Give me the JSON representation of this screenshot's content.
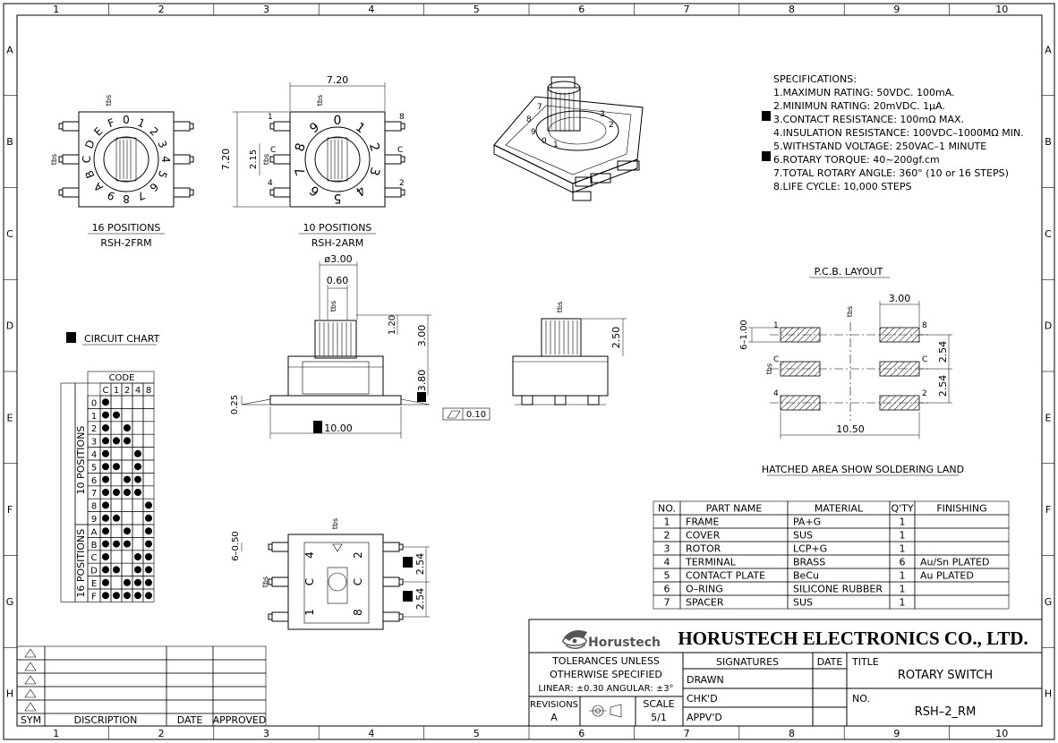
{
  "grid": {
    "columns": [
      "1",
      "2",
      "3",
      "4",
      "5",
      "6",
      "7",
      "8",
      "9",
      "10"
    ],
    "rows": [
      "A",
      "B",
      "C",
      "D",
      "E",
      "F",
      "G",
      "H"
    ]
  },
  "specifications": {
    "heading": "SPECIFICATIONS:",
    "lines": [
      "1.MAXIMUN RATING: 50VDC. 100mA.",
      "2.MINIMUN RATING: 20mVDC. 1μA.",
      "3.CONTACT RESISTANCE: 100mΩ MAX.",
      "4.INSULATION RESISTANCE: 100VDC–1000MΩ MIN.",
      "5.WITHSTAND VOLTAGE: 250VAC–1 MINUTE",
      "6.ROTARY TORQUE: 40~200gf.cm",
      "7.TOTAL ROTARY ANGLE: 360° (10 or 16 STEPS)",
      "8.LIFE CYCLE: 10,000 STEPS"
    ]
  },
  "views": {
    "rsh2frm": {
      "positions": "16 POSITIONS",
      "model": "RSH-2FRM",
      "digits": [
        "0",
        "1",
        "2",
        "3",
        "4",
        "5",
        "6",
        "7",
        "8",
        "9",
        "A",
        "B",
        "C",
        "D",
        "E",
        "F"
      ],
      "ref": "tbs"
    },
    "rsh2arm": {
      "positions": "10 POSITIONS",
      "model": "RSH-2ARM",
      "digits": [
        "0",
        "1",
        "2",
        "3",
        "4",
        "5",
        "6",
        "7",
        "8",
        "9"
      ],
      "ref": "tbs",
      "width": "7.20",
      "height": "7.20",
      "pitch": "2.15",
      "pin1": "1",
      "pin8": "8",
      "pin4": "4",
      "pin2": "2",
      "pinC": "C"
    },
    "side": {
      "shaft_dia": "ø3.00",
      "flat": "0.60",
      "knurl": "1.20",
      "shaft_h": "3.00",
      "body_h": "3.80",
      "lead_t": "0.25",
      "body_w": "10.00",
      "flatness": "0.10",
      "ref": "tbs"
    },
    "side2": {
      "height": "2.50",
      "ref": "tbs"
    },
    "bottom": {
      "lead": "6–0.50",
      "pitch1": "2.54",
      "pitch2": "2.54",
      "ref": "tbs",
      "labels": [
        "4",
        "2",
        "1",
        "C",
        "C",
        "8"
      ]
    }
  },
  "pcb_layout": {
    "title": "P.C.B. LAYOUT",
    "pad": "6–1.00",
    "spacing": "3.00",
    "width": "10.50",
    "pitch1": "2.54",
    "pitch2": "2.54",
    "pins": [
      "1",
      "8",
      "C",
      "C",
      "4",
      "2"
    ],
    "ref": "tbs",
    "note": "HATCHED AREA SHOW SOLDERING LAND"
  },
  "circuit_chart": {
    "title": "CIRCUIT CHART",
    "code_label": "CODE",
    "code_cols": [
      "C",
      "1",
      "2",
      "4",
      "8"
    ],
    "group10": "10 POSITIONS",
    "group16": "16 POSITIONS",
    "rows": [
      {
        "label": "0",
        "on": [
          1,
          0,
          0,
          0,
          0
        ]
      },
      {
        "label": "1",
        "on": [
          1,
          1,
          0,
          0,
          0
        ]
      },
      {
        "label": "2",
        "on": [
          1,
          0,
          1,
          0,
          0
        ]
      },
      {
        "label": "3",
        "on": [
          1,
          1,
          1,
          0,
          0
        ]
      },
      {
        "label": "4",
        "on": [
          1,
          0,
          0,
          1,
          0
        ]
      },
      {
        "label": "5",
        "on": [
          1,
          1,
          0,
          1,
          0
        ]
      },
      {
        "label": "6",
        "on": [
          1,
          0,
          1,
          1,
          0
        ]
      },
      {
        "label": "7",
        "on": [
          1,
          1,
          1,
          1,
          0
        ]
      },
      {
        "label": "8",
        "on": [
          1,
          0,
          0,
          0,
          1
        ]
      },
      {
        "label": "9",
        "on": [
          1,
          1,
          0,
          0,
          1
        ]
      },
      {
        "label": "A",
        "on": [
          1,
          0,
          1,
          0,
          1
        ]
      },
      {
        "label": "B",
        "on": [
          1,
          1,
          1,
          0,
          1
        ]
      },
      {
        "label": "C",
        "on": [
          1,
          0,
          0,
          1,
          1
        ]
      },
      {
        "label": "D",
        "on": [
          1,
          1,
          0,
          1,
          1
        ]
      },
      {
        "label": "E",
        "on": [
          1,
          0,
          1,
          1,
          1
        ]
      },
      {
        "label": "F",
        "on": [
          1,
          1,
          1,
          1,
          1
        ]
      }
    ]
  },
  "parts_table": {
    "headers": [
      "NO.",
      "PART NAME",
      "MATERIAL",
      "Q'TY",
      "FINISHING"
    ],
    "rows": [
      [
        "1",
        "FRAME",
        "PA+G",
        "1",
        ""
      ],
      [
        "2",
        "COVER",
        "SUS",
        "1",
        ""
      ],
      [
        "3",
        "ROTOR",
        "LCP+G",
        "1",
        ""
      ],
      [
        "4",
        "TERMINAL",
        "BRASS",
        "6",
        "Au/Sn PLATED"
      ],
      [
        "5",
        "CONTACT PLATE",
        "BeCu",
        "1",
        "Au PLATED"
      ],
      [
        "6",
        "O–RING",
        "SILICONE RUBBER",
        "1",
        ""
      ],
      [
        "7",
        "SPACER",
        "SUS",
        "1",
        ""
      ]
    ]
  },
  "title_block": {
    "logo": "Horustech",
    "company": "HORUSTECH ELECTRONICS CO., LTD.",
    "tolerance_1": "TOLERANCES UNLESS",
    "tolerance_2": "OTHERWISE SPECIFIED",
    "tolerance_3": "LINEAR: ±0.30 ANGULAR: ±3°",
    "signatures": "SIGNATURES",
    "date": "DATE",
    "title_label": "TITLE",
    "title": "ROTARY SWITCH",
    "drawn": "DRAWN",
    "chkd": "CHK'D",
    "appvd": "APPV'D",
    "no_label": "NO.",
    "number": "RSH–2_RM",
    "revisions_label": "REVISIONS",
    "revision": "A",
    "scale_label": "SCALE",
    "scale": "5/1"
  },
  "revision_block": {
    "headers": [
      "SYM",
      "DISCRIPTION",
      "DATE",
      "APPROVED"
    ]
  }
}
